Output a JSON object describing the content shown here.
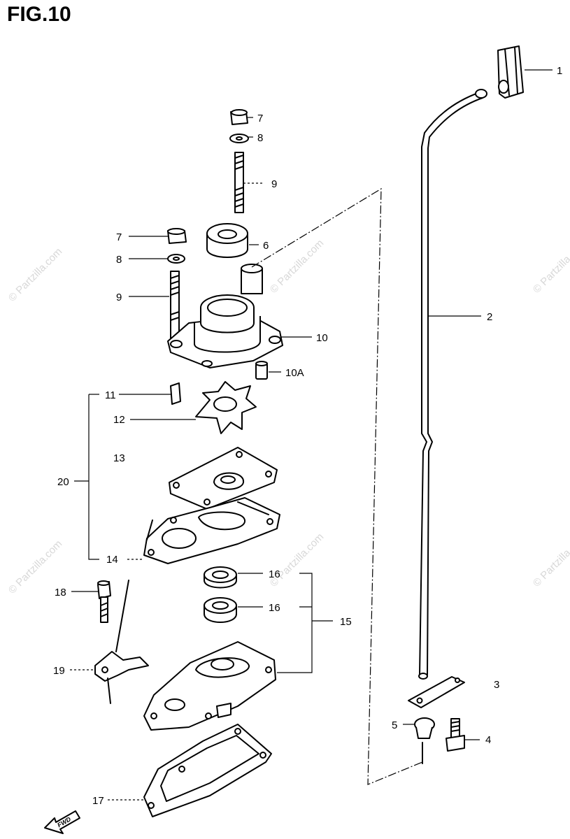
{
  "figure": {
    "title": "FIG.10"
  },
  "watermark": {
    "text": "© Partzilla.com"
  },
  "callouts": {
    "c1": "1",
    "c2": "2",
    "c3": "3",
    "c4": "4",
    "c5": "5",
    "c6": "6",
    "c7a": "7",
    "c7b": "7",
    "c8a": "8",
    "c8b": "8",
    "c9a": "9",
    "c9b": "9",
    "c10": "10",
    "c10a": "10A",
    "c11": "11",
    "c12": "12",
    "c13": "13",
    "c14": "14",
    "c15": "15",
    "c16a": "16",
    "c16b": "16",
    "c17": "17",
    "c18": "18",
    "c19": "19",
    "c20": "20"
  },
  "direction_arrow": {
    "text": "FWD"
  }
}
